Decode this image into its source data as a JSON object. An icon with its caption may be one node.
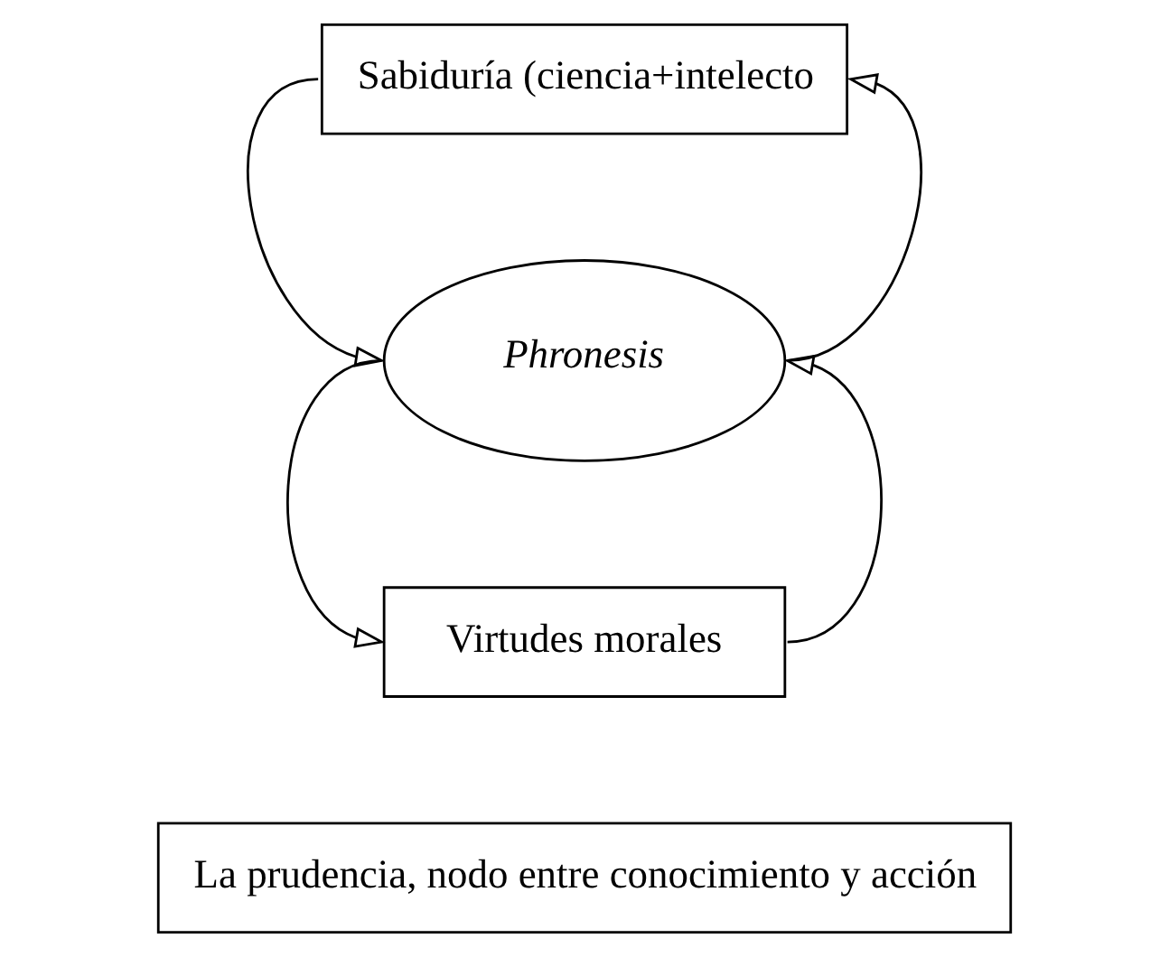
{
  "diagram": {
    "nodes": [
      {
        "text": [
          "Sabiduría (ciencia+intelecto"
        ]
      },
      {
        "text": [
          "Phronesis"
        ]
      },
      {
        "text": [
          "Virtudes morales"
        ]
      },
      {
        "text": [
          "La prudencia, nodo entre conocimiento y acción"
        ]
      }
    ],
    "edges": [
      {
        "from": 0,
        "to": 1,
        "arrow": "to"
      },
      {
        "from": 1,
        "to": 0,
        "arrow": "to"
      },
      {
        "from": 1,
        "to": 2,
        "arrow": "to"
      },
      {
        "from": 2,
        "to": 1,
        "arrow": "to"
      }
    ]
  }
}
